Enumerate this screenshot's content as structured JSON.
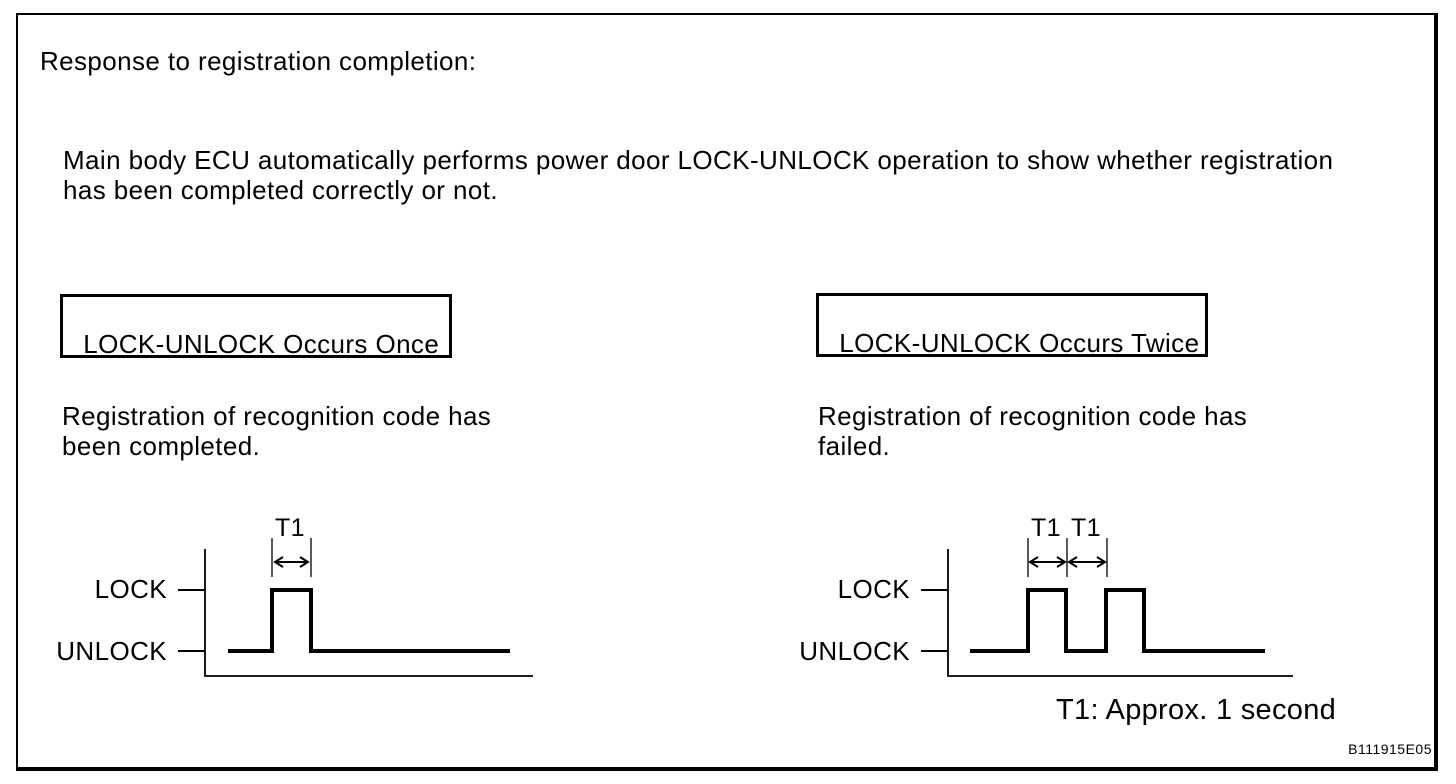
{
  "page": {
    "title": "Response to registration completion:",
    "description": "Main body ECU automatically performs power door LOCK-UNLOCK operation to show whether registration\nhas been completed correctly or not.",
    "footnote": "T1: Approx. 1 second",
    "figure_code": "B111915E05"
  },
  "panels": [
    {
      "heading": "LOCK-UNLOCK Occurs Once",
      "caption": "Registration of recognition code has\nbeen completed.",
      "axis_labels": {
        "lock": "LOCK",
        "unlock": "UNLOCK"
      },
      "t1_labels": [
        "T1"
      ],
      "waveform": {
        "type": "digital-timing",
        "pulse_count": 1,
        "sequence": [
          "UNLOCK",
          "LOCK",
          "UNLOCK"
        ],
        "pulse_width_label": "T1"
      }
    },
    {
      "heading": "LOCK-UNLOCK Occurs Twice",
      "caption": "Registration of recognition code has\nfailed.",
      "axis_labels": {
        "lock": "LOCK",
        "unlock": "UNLOCK"
      },
      "t1_labels": [
        "T1",
        "T1"
      ],
      "waveform": {
        "type": "digital-timing",
        "pulse_count": 2,
        "sequence": [
          "UNLOCK",
          "LOCK",
          "UNLOCK",
          "LOCK",
          "UNLOCK"
        ],
        "pulse_width_label": "T1",
        "interval_label": "T1"
      }
    }
  ],
  "timing": {
    "t1_definition": "Approx. 1 second",
    "t1_seconds_approx": 1
  },
  "colors": {
    "ink": "#000000",
    "background": "#ffffff"
  }
}
